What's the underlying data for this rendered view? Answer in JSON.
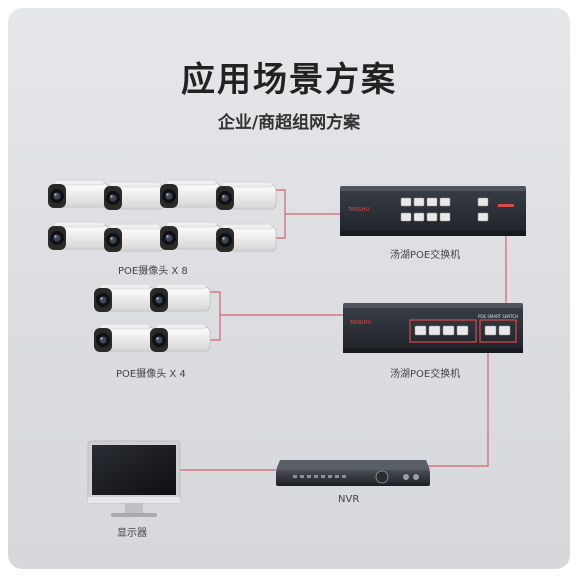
{
  "title": "应用场景方案",
  "subtitle": "企业/商超组网方案",
  "labels": {
    "cameras_group1": "POE摄像头 X 8",
    "cameras_group2": "POE摄像头 X 4",
    "switch1": "汤湖POE交换机",
    "switch2": "汤湖POE交换机",
    "nvr": "NVR",
    "monitor": "显示器"
  },
  "devices": {
    "switch1_brand": "TANGHU",
    "switch2_brand": "TANGHU",
    "switch2_tag": "POE SMART SWITCH"
  },
  "colors": {
    "link": "#d3656a",
    "camera_body": "#f4f4f4",
    "device_dark": "#2b2f36"
  }
}
